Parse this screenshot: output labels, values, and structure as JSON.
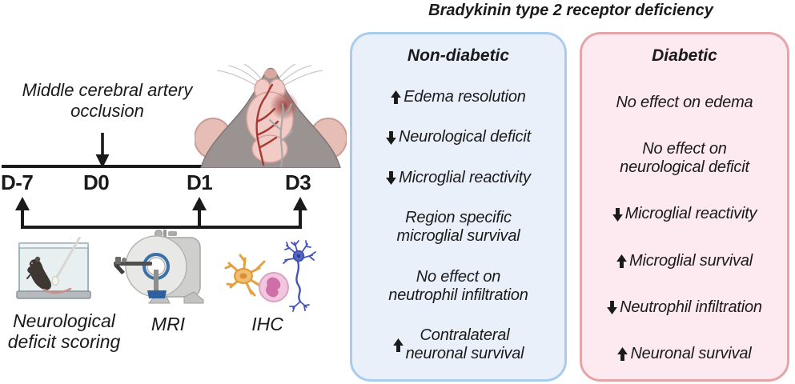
{
  "title": "Bradykinin type 2 receptor deficiency",
  "timeline": {
    "procedure_label": "Middle cerebral artery\nocclusion",
    "days": [
      "D-7",
      "D0",
      "D1",
      "D3"
    ],
    "assessments": [
      {
        "icon": "mouse-in-cage-icon",
        "label": "Neurological\ndeficit scoring"
      },
      {
        "icon": "mri-scanner-icon",
        "label": "MRI"
      },
      {
        "icon": "ihc-cells-icon",
        "label": "IHC"
      }
    ]
  },
  "panels": [
    {
      "heading": "Non-diabetic",
      "border_color": "#a9cced",
      "fill_color": "#e9f0fa",
      "items": [
        {
          "arrow": "up",
          "text": "Edema resolution"
        },
        {
          "arrow": "down",
          "text": "Neurological deficit"
        },
        {
          "arrow": "down",
          "text": "Microglial reactivity"
        },
        {
          "arrow": "none",
          "text": "Region specific\nmicroglial survival"
        },
        {
          "arrow": "none",
          "text": "No effect on\nneutrophil infiltration"
        },
        {
          "arrow": "up",
          "text": "Contralateral\nneuronal survival"
        }
      ]
    },
    {
      "heading": "Diabetic",
      "border_color": "#e5a4a8",
      "fill_color": "#fceaf0",
      "items": [
        {
          "arrow": "none",
          "text": "No effect on edema"
        },
        {
          "arrow": "none",
          "text": "No effect on\nneurological deficit"
        },
        {
          "arrow": "down",
          "text": "Microglial reactivity"
        },
        {
          "arrow": "up",
          "text": "Microglial survival"
        },
        {
          "arrow": "down",
          "text": "Neutrophil infiltration"
        },
        {
          "arrow": "up",
          "text": "Neuronal survival"
        }
      ]
    }
  ],
  "colors": {
    "ink": "#1a1a1a",
    "nondiabetic_border": "#a9cced",
    "nondiabetic_fill": "#e9f0fa",
    "diabetic_border": "#e5a4a8",
    "diabetic_fill": "#fceaf0"
  }
}
